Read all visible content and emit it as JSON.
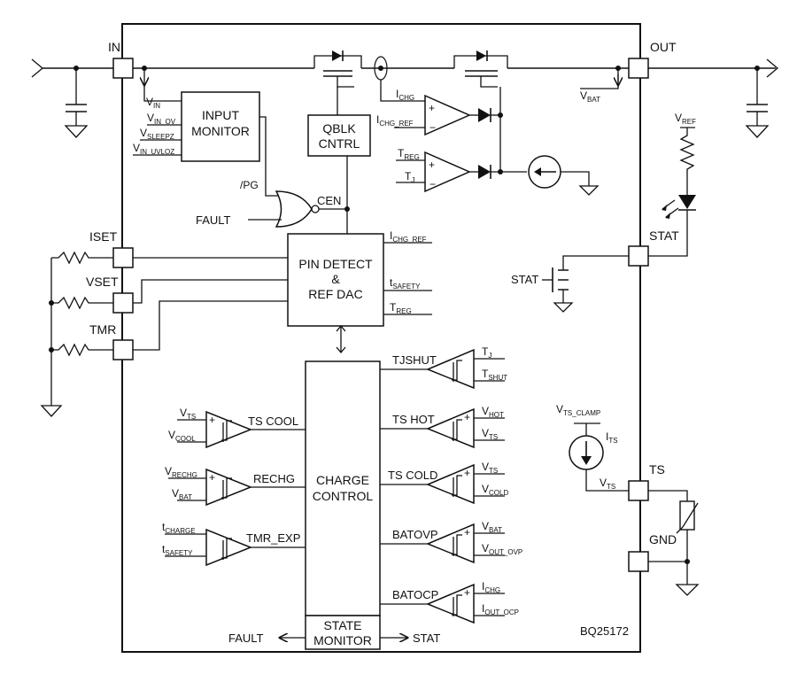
{
  "part_number": "BQ25172",
  "pins": {
    "in": "IN",
    "out": "OUT",
    "iset": "ISET",
    "vset": "VSET",
    "tmr": "TMR",
    "stat": "STAT",
    "ts": "TS",
    "gnd": "GND"
  },
  "blocks": {
    "input_monitor": [
      "INPUT",
      "MONITOR"
    ],
    "qblk_cntrl": [
      "QBLK",
      "CNTRL"
    ],
    "pin_detect": [
      "PIN DETECT",
      "&",
      "REF DAC"
    ],
    "charge_control": [
      "CHARGE",
      "CONTROL"
    ],
    "state_monitor": [
      "STATE",
      "MONITOR"
    ]
  },
  "input_monitor_inputs": [
    {
      "main": "V",
      "sub": "IN"
    },
    {
      "main": "V",
      "sub": "IN_OV"
    },
    {
      "main": "V",
      "sub": "SLEEPZ"
    },
    {
      "main": "V",
      "sub": "IN_UVLOZ"
    }
  ],
  "gate_labels": {
    "pg": "/PG",
    "fault": "FAULT",
    "cen": "CEN"
  },
  "pin_detect_outputs": [
    {
      "main": "I",
      "sub": "CHG_REF"
    },
    {
      "main": "t",
      "sub": "SAFETY"
    },
    {
      "main": "T",
      "sub": "REG"
    }
  ],
  "amp_top": {
    "in_plus": {
      "main": "I",
      "sub": "CHG"
    },
    "in_minus": {
      "main": "I",
      "sub": "CHG_REF"
    }
  },
  "amp_bottom": {
    "in_plus": {
      "main": "T",
      "sub": "REG"
    },
    "in_minus": {
      "main": "T",
      "sub": "J"
    }
  },
  "vbat_out": {
    "main": "V",
    "sub": "BAT"
  },
  "vref": {
    "main": "V",
    "sub": "REF"
  },
  "stat_fet": "STAT",
  "ts_source": {
    "clamp": {
      "main": "V",
      "sub": "TS_CLAMP"
    },
    "current": {
      "main": "I",
      "sub": "TS"
    },
    "node": {
      "main": "V",
      "sub": "TS"
    }
  },
  "left_comparators": [
    {
      "name": "TS COOL",
      "in1": {
        "main": "V",
        "sub": "TS"
      },
      "in2": {
        "main": "V",
        "sub": "COOL"
      }
    },
    {
      "name": "RECHG",
      "in1": {
        "main": "V",
        "sub": "RECHG"
      },
      "in2": {
        "main": "V",
        "sub": "BAT"
      }
    },
    {
      "name": "TMR_EXP",
      "in1": {
        "main": "t",
        "sub": "CHARGE"
      },
      "in2": {
        "main": "t",
        "sub": "SAFETY"
      }
    }
  ],
  "right_comparators": [
    {
      "name": "TJSHUT",
      "in1": {
        "main": "T",
        "sub": "J"
      },
      "in2": {
        "main": "T",
        "sub": "SHUT"
      }
    },
    {
      "name": "TS HOT",
      "in1": {
        "main": "V",
        "sub": "HOT"
      },
      "in2": {
        "main": "V",
        "sub": "TS"
      }
    },
    {
      "name": "TS COLD",
      "in1": {
        "main": "V",
        "sub": "TS"
      },
      "in2": {
        "main": "V",
        "sub": "COLD"
      }
    },
    {
      "name": "BATOVP",
      "in1": {
        "main": "V",
        "sub": "BAT"
      },
      "in2": {
        "main": "V",
        "sub": "OUT_OVP"
      }
    },
    {
      "name": "BATOCP",
      "in1": {
        "main": "I",
        "sub": "CHG"
      },
      "in2": {
        "main": "I",
        "sub": "OUT_OCP"
      }
    }
  ],
  "state_outputs": {
    "fault": "FAULT",
    "stat": "STAT"
  }
}
